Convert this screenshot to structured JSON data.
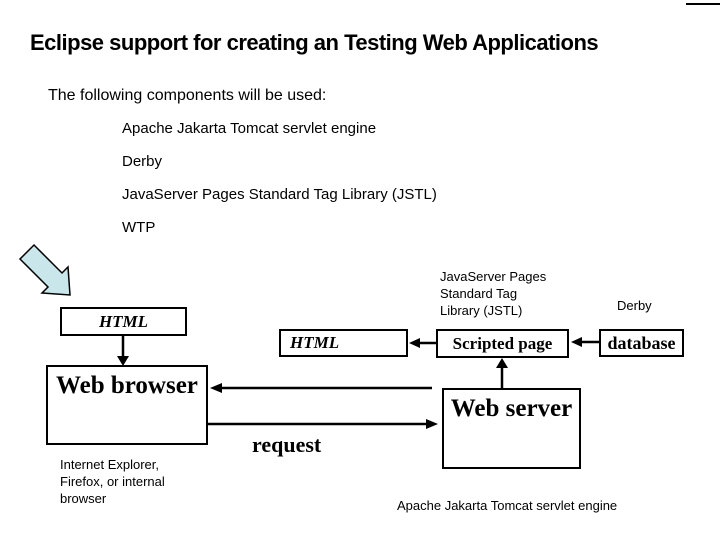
{
  "slide": {
    "title": "Eclipse support for creating an Testing Web Applications",
    "subtitle": "The following components will be used:",
    "components_list": [
      "Apache Jakarta Tomcat servlet engine",
      "Derby",
      "JavaServer Pages Standard Tag Library (JSTL)",
      "WTP"
    ]
  },
  "diagram": {
    "html_box_top": "HTML",
    "web_browser_box": "Web browser",
    "browser_caption": "Internet Explorer,\nFirefox, or internal\nbrowser",
    "html_box_mid": "HTML",
    "scripted_page_box": "Scripted page",
    "database_box": "database",
    "web_server_box": "Web server",
    "request_label": "request",
    "jstl_caption": "JavaServer Pages\nStandard Tag\nLibrary (JSTL)",
    "derby_caption": "Derby",
    "tomcat_caption": "Apache Jakarta Tomcat servlet engine",
    "colors": {
      "line": "#000000",
      "box_border": "#000000",
      "pointer_arrow_fill": "#c9e6eb"
    }
  }
}
